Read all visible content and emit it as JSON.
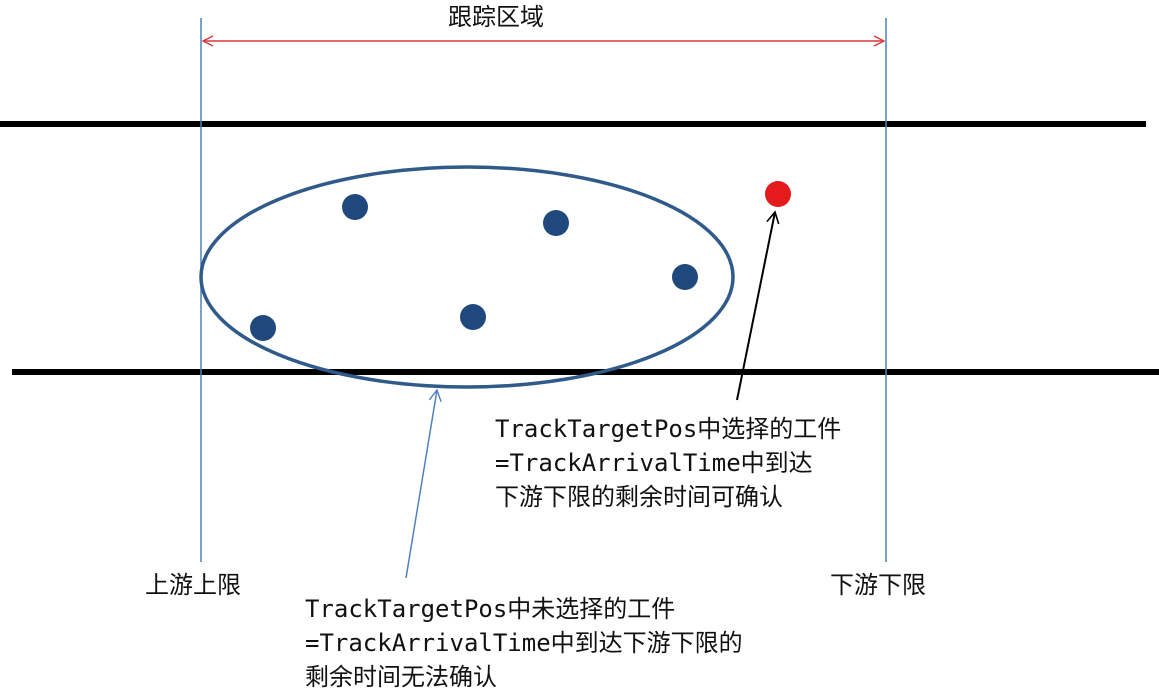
{
  "diagram": {
    "zone_label": "跟踪区域",
    "upstream_label": "上游上限",
    "downstream_label": "下游下限",
    "selected_note": {
      "line1": "TrackTargetPos中选择的工件",
      "line2": "=TrackArrivalTime中到达",
      "line3": "下游下限的剩余时间可确认"
    },
    "unselected_note": {
      "line1": "TrackTargetPos中未选择的工件",
      "line2": "=TrackArrivalTime中到达下游下限的",
      "line3": "剩余时间无法确认"
    },
    "colors": {
      "workpiece": "#1f497d",
      "selected_workpiece": "#e41a1c",
      "ellipse": "#2f5a8a",
      "zone_arrow": "#d9363e",
      "limit_line": "#4f81bd",
      "rail": "#000000"
    }
  }
}
